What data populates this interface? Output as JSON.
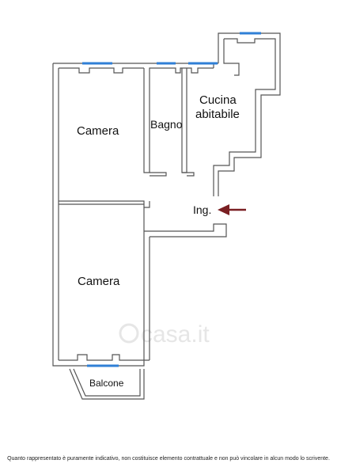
{
  "rooms": {
    "camera_top": "Camera",
    "bagno": "Bagno",
    "cucina_line1": "Cucina",
    "cucina_line2": "abitabile",
    "ingresso": "Ing.",
    "camera_bottom": "Camera",
    "balcone": "Balcone"
  },
  "watermark": "casa.it",
  "disclaimer": "Quanto rappresentato è puramente indicativo, non costituisce elemento contrattuale e non può vincolare in alcun modo lo scrivente.",
  "colors": {
    "wall": "#555555",
    "window": "#2f7fd6",
    "arrow": "#7a1f22",
    "watermark": "#e6e6e6"
  },
  "icons": {
    "entrance": "arrow-left-icon"
  }
}
